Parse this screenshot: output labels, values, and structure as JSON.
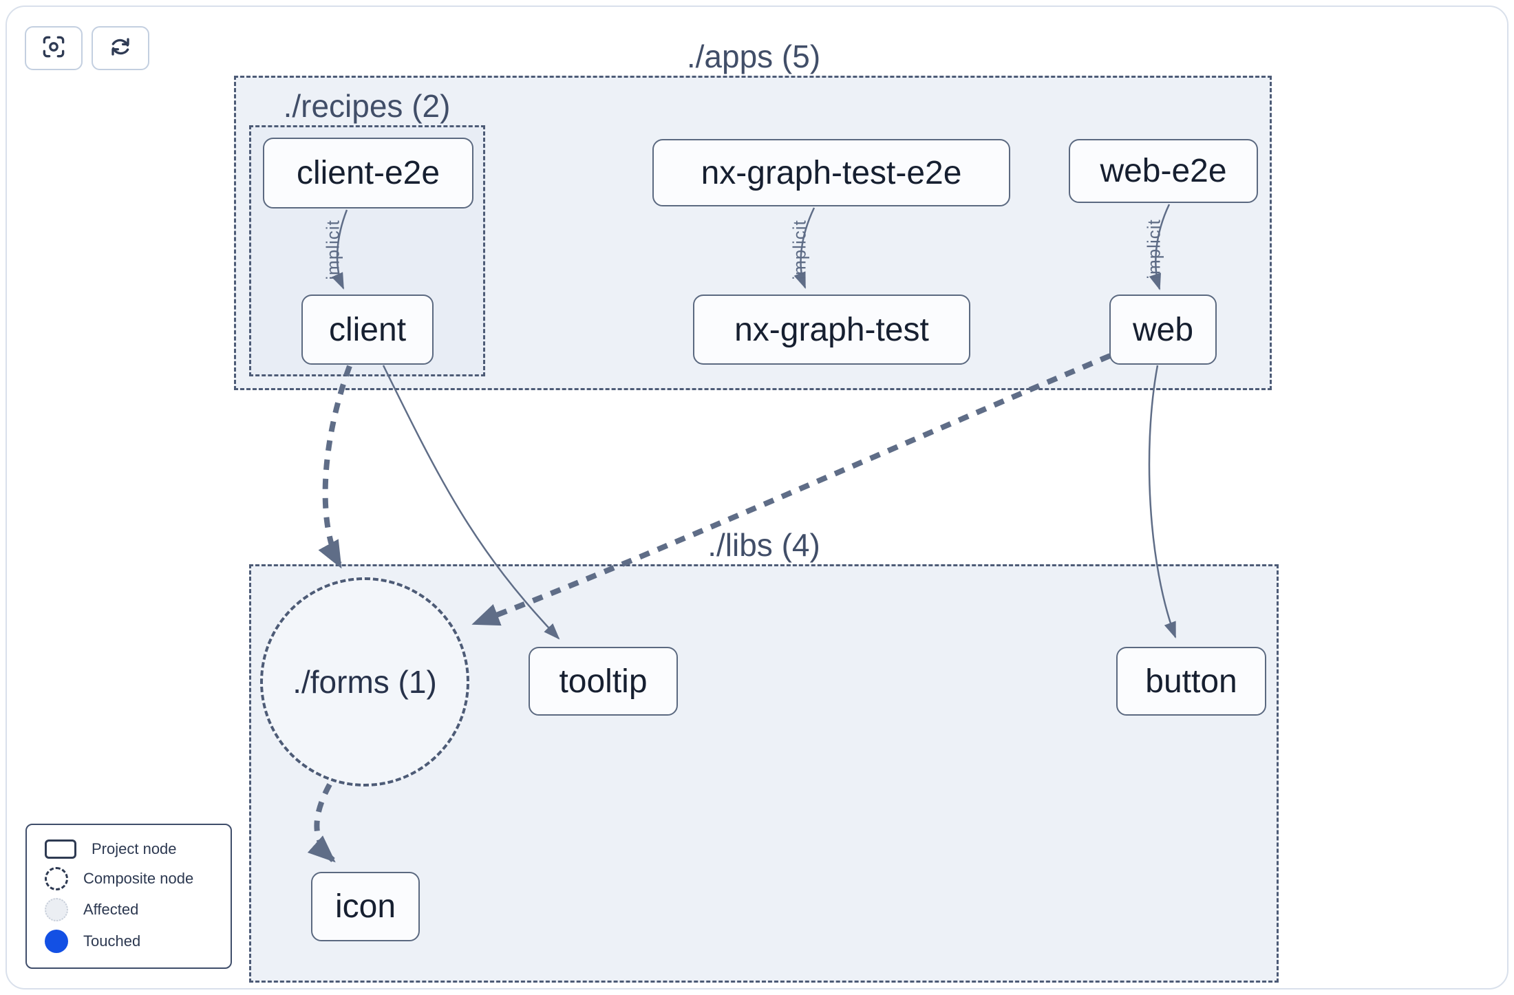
{
  "toolbar": {
    "buttons": [
      {
        "icon": "focus-icon",
        "action": "center-graph"
      },
      {
        "icon": "refresh-icon",
        "action": "refresh-graph"
      }
    ]
  },
  "clusters": {
    "apps": {
      "label": "./apps (5)"
    },
    "recipes": {
      "label": "./recipes (2)"
    },
    "libs": {
      "label": "./libs (4)"
    }
  },
  "composite_nodes": {
    "forms": {
      "label": "./forms (1)"
    }
  },
  "nodes": {
    "client_e2e": {
      "label": "client-e2e"
    },
    "nx_graph_test_e2e": {
      "label": "nx-graph-test-e2e"
    },
    "web_e2e": {
      "label": "web-e2e"
    },
    "client": {
      "label": "client"
    },
    "nx_graph_test": {
      "label": "nx-graph-test"
    },
    "web": {
      "label": "web"
    },
    "tooltip": {
      "label": "tooltip"
    },
    "button": {
      "label": "button"
    },
    "icon": {
      "label": "icon"
    }
  },
  "edges": [
    {
      "from": "client-e2e",
      "to": "client",
      "label": "implicit",
      "style": "thin-solid"
    },
    {
      "from": "nx-graph-test-e2e",
      "to": "nx-graph-test",
      "label": "implicit",
      "style": "thin-solid"
    },
    {
      "from": "web-e2e",
      "to": "web",
      "label": "implicit",
      "style": "thin-solid"
    },
    {
      "from": "client",
      "to": "./forms (1)",
      "label": "",
      "style": "thick-dashed"
    },
    {
      "from": "web",
      "to": "./forms (1)",
      "label": "",
      "style": "thick-dashed"
    },
    {
      "from": "./forms (1)",
      "to": "icon",
      "label": "",
      "style": "thick-dashed"
    },
    {
      "from": "client",
      "to": "tooltip",
      "label": "",
      "style": "thin-solid"
    },
    {
      "from": "web",
      "to": "button",
      "label": "",
      "style": "thin-solid"
    }
  ],
  "legend": {
    "items": [
      {
        "icon": "project-node-swatch",
        "label": "Project node"
      },
      {
        "icon": "composite-node-swatch",
        "label": "Composite node"
      },
      {
        "icon": "affected-swatch",
        "label": "Affected"
      },
      {
        "icon": "touched-swatch",
        "label": "Touched"
      }
    ]
  },
  "colors": {
    "touched_blue": "#1350e4",
    "affected_fill": "#ebeef3",
    "cluster_fill": "#edf1f7",
    "cluster_border": "#4d5b76",
    "node_border": "#5b6980",
    "node_fill": "#fbfcfe",
    "node_text": "#161f30",
    "edge": "#5f6d87",
    "cluster_label_text": "#414e68"
  }
}
